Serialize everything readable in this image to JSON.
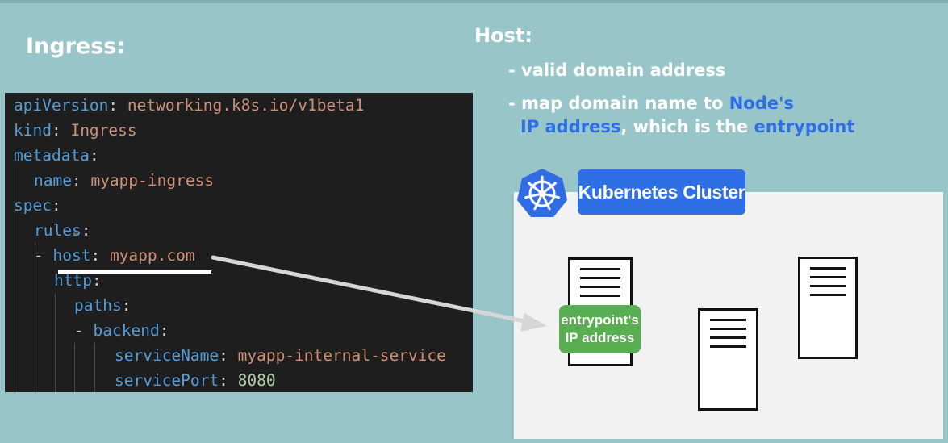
{
  "slide": {
    "title": "Ingress:"
  },
  "code": {
    "apiVersion": {
      "key": "apiVersion",
      "value": "networking.k8s.io/v1beta1"
    },
    "kind": {
      "key": "kind",
      "value": "Ingress"
    },
    "metadata": {
      "key": "metadata"
    },
    "name": {
      "key": "name",
      "value": "myapp-ingress"
    },
    "spec": {
      "key": "spec"
    },
    "rules": {
      "key": "rules"
    },
    "host": {
      "dash": "-",
      "key": "host",
      "value": "myapp.com"
    },
    "http": {
      "key": "http"
    },
    "paths": {
      "key": "paths"
    },
    "backend": {
      "dash": "-",
      "key": "backend"
    },
    "serviceName": {
      "key": "serviceName",
      "value": "myapp-internal-service"
    },
    "servicePort": {
      "key": "servicePort",
      "value": "8080"
    }
  },
  "host_info": {
    "title": "Host:",
    "bullet1": "- valid domain address",
    "bullet2_prefix": "- map domain name to ",
    "bullet2_hl1": "Node's",
    "bullet2_hl2": "IP address",
    "bullet2_mid": ", which is the ",
    "bullet2_hl3": "entrypoint"
  },
  "cluster": {
    "label": "Kubernetes Cluster",
    "logo_icon": "kubernetes-helm-icon",
    "entrypoint_line1": "entrypoint's",
    "entrypoint_line2": "IP address"
  },
  "colors": {
    "background": "#98c5c8",
    "highlight_blue": "#2f6fe6",
    "entry_green": "#5aae52",
    "code_bg": "#1e1e1e"
  }
}
